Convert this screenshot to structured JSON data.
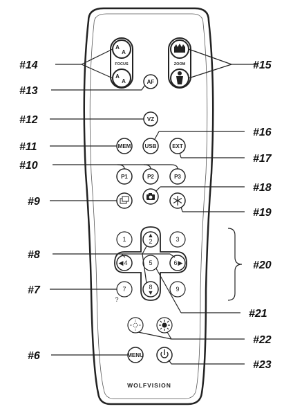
{
  "remote": {
    "brand": "WOLFVISION",
    "focus_label": "FOCUS",
    "zoom_label": "ZOOM",
    "buttons": {
      "af": "AF",
      "vz": "VZ",
      "mem": "MEM",
      "usb": "USB",
      "ext": "EXT",
      "p1": "P1",
      "p2": "P2",
      "p3": "P3",
      "num1": "1",
      "num2": "2",
      "num3": "3",
      "num4": "4",
      "num5": "5",
      "num6": "6",
      "num7": "7",
      "num8": "8",
      "num9": "9",
      "menu": "MENU"
    }
  },
  "callouts": {
    "c6": "#6",
    "c7": "#7",
    "c8": "#8",
    "c9": "#9",
    "c10": "#10",
    "c11": "#11",
    "c12": "#12",
    "c13": "#13",
    "c14": "#14",
    "c15": "#15",
    "c16": "#16",
    "c17": "#17",
    "c18": "#18",
    "c19": "#19",
    "c20": "#20",
    "c21": "#21",
    "c22": "#22",
    "c23": "#23"
  },
  "icons": {
    "focus_near": "focus-near-icon",
    "focus_far": "focus-far-icon",
    "zoom_tele": "zoom-tele-icon",
    "zoom_wide": "zoom-wide-icon",
    "window": "window-icon",
    "snapshot": "camera-icon",
    "freeze": "snowflake-icon",
    "light_off": "light-off-icon",
    "light_on": "light-on-icon",
    "power": "power-icon"
  }
}
